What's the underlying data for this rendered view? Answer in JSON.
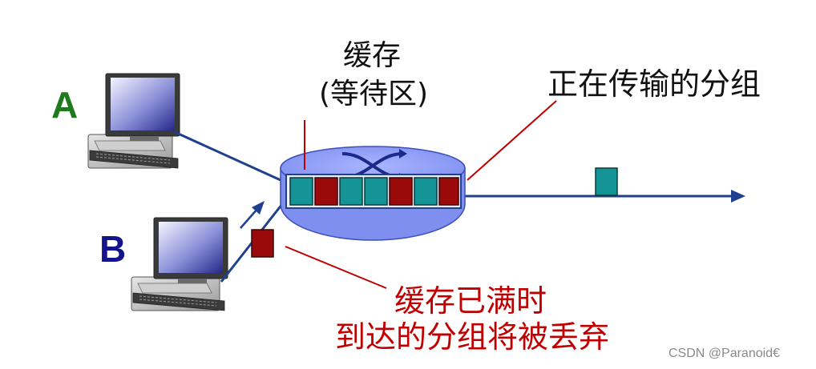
{
  "hosts": {
    "a": {
      "label": "A"
    },
    "b": {
      "label": "B"
    }
  },
  "router": {
    "buffer_label_line1": "缓存",
    "buffer_label_line2": "(等待区)"
  },
  "link": {
    "transmitting_label": "正在传输的分组"
  },
  "drop": {
    "label_line1": "缓存已满时",
    "label_line2": "到达的分组将被丢弃"
  },
  "watermark": "CSDN @Paranoid€",
  "colors": {
    "host_a_label": "#1f7a1f",
    "host_b_label": "#13138c",
    "packet_teal": "#149494",
    "packet_red": "#9b0a0a",
    "link_blue": "#1f3f8f",
    "router_fill": "#8c9bf2",
    "callout_red": "#c00000",
    "drop_text": "#c00000"
  },
  "buffer_queue": [
    "teal",
    "red",
    "teal",
    "teal",
    "red",
    "teal",
    "red"
  ],
  "icons": [
    "desktop-computer-icon",
    "router-icon",
    "arrow-icon"
  ]
}
